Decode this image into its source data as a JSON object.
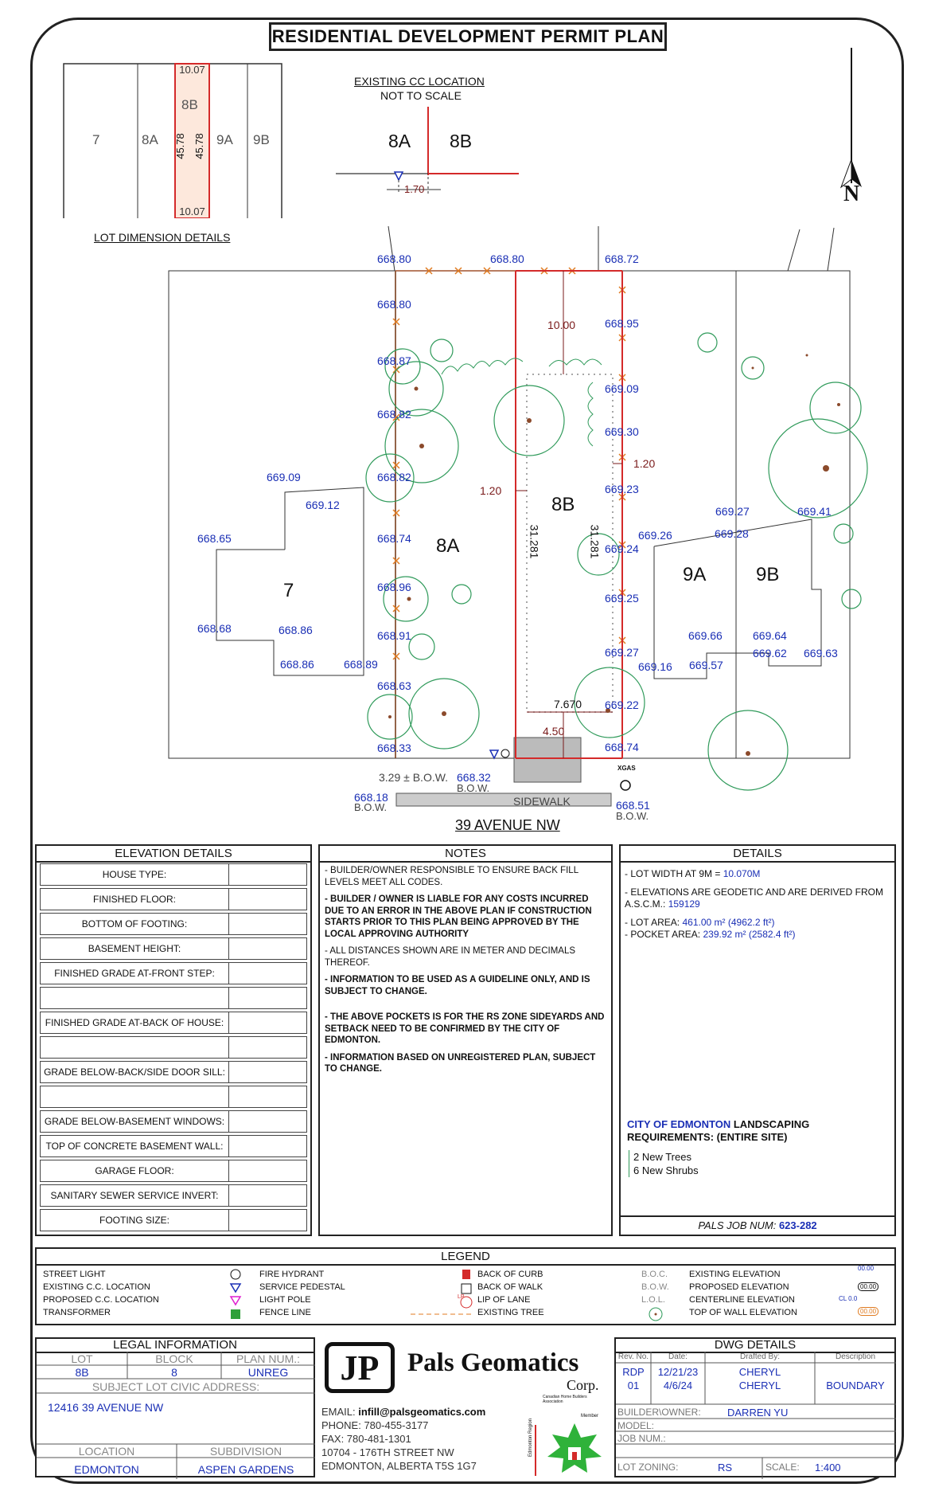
{
  "title": "RESIDENTIAL DEVELOPMENT PERMIT PLAN",
  "lot_diagram": {
    "caption": "LOT DIMENSION DETAILS",
    "lots": [
      "7",
      "8A",
      "8B",
      "9A",
      "9B"
    ],
    "top_dim": "10.07",
    "bottom_dim": "10.07",
    "side_dim_left": "45.78",
    "side_dim_right": "45.78"
  },
  "cc_location": {
    "title": "EXISTING CC LOCATION",
    "subtitle": "NOT TO SCALE",
    "left_lot": "8A",
    "right_lot": "8B",
    "offset": "1.70"
  },
  "north_label": "N",
  "site": {
    "street": "39 AVENUE NW",
    "sidewalk": "SIDEWALK",
    "lots": {
      "lot7": "7",
      "lot8a": "8A",
      "lot8b": "8B",
      "lot9a": "9A",
      "lot9b": "9B"
    },
    "dimensions": {
      "rear_setback": "10.00",
      "side_left": "1.20",
      "side_right": "1.20",
      "depth_left": "31.281",
      "depth_right": "31.281",
      "front_width": "7.670",
      "front_setback": "4.50"
    },
    "elevations": {
      "e1": "668.80",
      "e2": "668.80",
      "e3": "668.72",
      "e4": "668.80",
      "e5": "668.95",
      "e6": "668.87",
      "e7": "669.09",
      "e8": "668.82",
      "e9": "669.30",
      "e10": "669.09",
      "e11": "668.82",
      "e12": "669.12",
      "e13": "669.23",
      "e14": "668.65",
      "e15": "668.74",
      "e16": "669.24",
      "e17": "669.26",
      "e18": "669.27",
      "e19": "669.28",
      "e20": "669.41",
      "e21": "668.96",
      "e22": "669.25",
      "e23": "668.68",
      "e24": "668.86",
      "e25": "668.91",
      "e26": "669.66",
      "e27": "669.64",
      "e28": "668.86",
      "e29": "668.89",
      "e30": "669.27",
      "e31": "669.16",
      "e32": "669.57",
      "e33": "669.62",
      "e34": "669.63",
      "e35": "668.63",
      "e36": "669.22",
      "e37": "668.33",
      "e38": "668.74",
      "e39": "668.32",
      "e40": "668.18",
      "e41": "668.51"
    },
    "bow_main": "3.29 ± B.O.W.",
    "bow": "B.O.W.",
    "xgas": "XGAS"
  },
  "elevation_details": {
    "header": "ELEVATION DETAILS",
    "rows": [
      "HOUSE TYPE:",
      "FINISHED FLOOR:",
      "BOTTOM OF FOOTING:",
      "BASEMENT HEIGHT:",
      "FINISHED GRADE AT-FRONT STEP:",
      "",
      "FINISHED GRADE AT-BACK OF HOUSE:",
      "",
      "GRADE BELOW-BACK/SIDE DOOR SILL:",
      "",
      "GRADE BELOW-BASEMENT WINDOWS:",
      "TOP OF CONCRETE BASEMENT WALL:",
      "GARAGE FLOOR:",
      "SANITARY SEWER SERVICE INVERT:",
      "FOOTING SIZE:"
    ]
  },
  "notes": {
    "header": "NOTES",
    "n1": "- BUILDER/OWNER RESPONSIBLE TO ENSURE BACK FILL LEVELS MEET ALL CODES.",
    "n2": "- BUILDER / OWNER IS LIABLE FOR ANY COSTS INCURRED DUE TO AN ERROR IN THE ABOVE PLAN IF CONSTRUCTION STARTS PRIOR TO THIS PLAN BEING APPROVED BY THE LOCAL APPROVING AUTHORITY",
    "n3": "- ALL DISTANCES SHOWN ARE IN METER AND DECIMALS THEREOF.",
    "n4": "- INFORMATION TO BE USED AS A GUIDELINE ONLY, AND IS SUBJECT TO CHANGE.",
    "n5": "- THE ABOVE POCKETS IS FOR THE RS ZONE SIDEYARDS AND SETBACK NEED TO BE CONFIRMED BY THE CITY OF EDMONTON.",
    "n6": "- INFORMATION BASED ON UNREGISTERED PLAN, SUBJECT TO CHANGE."
  },
  "details": {
    "header": "DETAILS",
    "lot_width_label": "- LOT WIDTH AT 9M  =",
    "lot_width_value": "10.070M",
    "elev_text": "- ELEVATIONS ARE GEODETIC AND ARE DERIVED FROM A.S.C.M.:",
    "ascm": "159129",
    "lot_area_label": "- LOT AREA:",
    "lot_area_value": "461.00 m² (4962.2 ft²)",
    "pocket_area_label": "- POCKET AREA:",
    "pocket_area_value": "239.92 m² (2582.4 ft²)",
    "landscaping_city": "CITY OF EDMONTON",
    "landscaping_rest": " LANDSCAPING",
    "landscaping_line2": "REQUIREMENTS: (ENTIRE SITE)",
    "trees": "2 New Trees",
    "shrubs": "6 New Shrubs",
    "job_label": "PALS JOB NUM:",
    "job_num": "623-282"
  },
  "legend": {
    "header": "LEGEND",
    "col1": [
      "STREET LIGHT",
      "EXISTING C.C. LOCATION",
      "PROPOSED C.C. LOCATION",
      "TRANSFORMER"
    ],
    "col2": [
      "FIRE HYDRANT",
      "SERVICE PEDESTAL",
      "LIGHT POLE",
      "FENCE LINE"
    ],
    "col3": [
      "BACK OF CURB",
      "BACK OF WALK",
      "LIP OF LANE",
      "EXISTING TREE"
    ],
    "col3_abbr": [
      "B.O.C.",
      "B.O.W.",
      "L.O.L.",
      ""
    ],
    "col4": [
      "EXISTING ELEVATION",
      "PROPOSED ELEVATION",
      "CENTERLINE ELEVATION",
      "TOP OF WALL ELEVATION"
    ],
    "sym_existing": "00.00",
    "sym_proposed": "00.00",
    "sym_cl": "CL 0.0",
    "sym_tow": "00.00",
    "sym_lp": "LP"
  },
  "legal": {
    "header": "LEGAL INFORMATION",
    "lot_label": "LOT",
    "block_label": "BLOCK",
    "plan_label": "PLAN NUM.:",
    "lot": "8B",
    "block": "8",
    "plan": "UNREG",
    "civic_label": "SUBJECT LOT CIVIC ADDRESS:",
    "civic": "12416 39 AVENUE NW",
    "location_label": "LOCATION",
    "subdivision_label": "SUBDIVISION",
    "location": "EDMONTON",
    "subdivision": "ASPEN GARDENS"
  },
  "company": {
    "logo_letters": "JP",
    "name": "Pals Geomatics",
    "corp": "Corp.",
    "email_label": "EMAIL: ",
    "email": "infill@palsgeomatics.com",
    "phone": "PHONE:  780-455-3177",
    "fax": "FAX:  780-481-1301",
    "address1": "10704 - 176TH STREET NW",
    "address2": "EDMONTON, ALBERTA T5S 1G7",
    "chba": "Canadian Home Builders Association",
    "member": "Member",
    "region": "Edmonton Region"
  },
  "dwg": {
    "header": "DWG DETAILS",
    "col_headers": [
      "Rev. No.",
      "Date:",
      "Drafted By:",
      "Description"
    ],
    "rows": [
      [
        "RDP",
        "12/21/23",
        "CHERYL",
        ""
      ],
      [
        "01",
        "4/6/24",
        "CHERYL",
        "BOUNDARY"
      ]
    ],
    "builder_label": "BUILDER\\OWNER:",
    "builder": "DARREN YU",
    "model_label": "MODEL:",
    "job_label": "JOB NUM.:",
    "zoning_label": "LOT ZONING:",
    "zoning": "RS",
    "scale_label": "SCALE:",
    "scale": "1:400"
  },
  "colors": {
    "elev": "#1a2fb5",
    "line_red": "#d42a2a",
    "tree": "#2f9a5a",
    "dim": "#7a1a1a"
  }
}
